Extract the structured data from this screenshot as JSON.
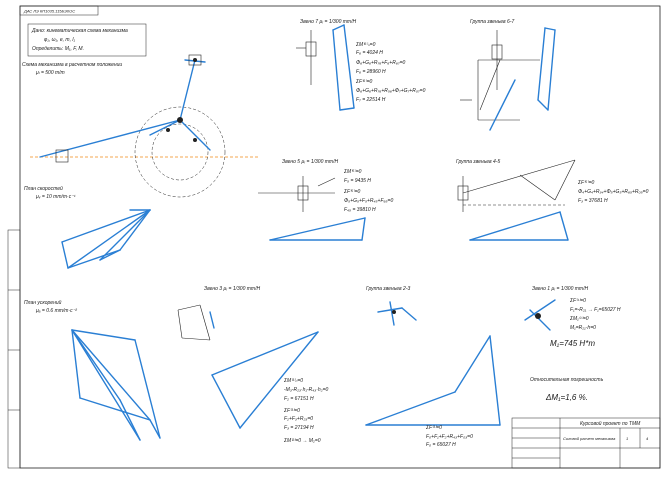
{
  "stamp_top": "ДАС ЛЭ КП1035.115БЭ0ОС",
  "task_box": {
    "line1": "Дано: кинематическая схема механизма",
    "line2": "φ₁, ω₁, e, m, l₁",
    "line3": "Определить: M₁, F, M."
  },
  "mechanism": {
    "title": "Схема механизма в расчетном положении",
    "scale": "μₗ = 500 m/m"
  },
  "velocity_plan": {
    "title": "План скоростей",
    "scale": "μᵥ = 10 mm/m·c⁻¹"
  },
  "accel_plan": {
    "title": "План ускорений",
    "scale": "μₐ = 0.6 mm/m·c⁻²"
  },
  "link7": {
    "title": "Звено 7   μᵣ = 1/300 mm/H",
    "eq1": "ΣM⁽⁶⁾ₙ=0",
    "eq1r": "F₆ = 4024 H",
    "eq2": "Φ₆+G₆+R₇₆+F₆+R₆₇=0",
    "eq2r": "F₆ = 28960 H",
    "eq3": "ΣF⁽⁶⁾=0",
    "eq4": "Φ₆+G₆+R₇₆+R₅₆+Φ₇+G₇+R₀₇=0",
    "eq4r": "F₇ = 22514 H"
  },
  "group67": {
    "title": "Группа звеньев 6-7"
  },
  "link5": {
    "title": "Звено 5   μᵣ = 1/300 mm/H",
    "eq1": "ΣM⁽⁵⁾=0",
    "eq1r": "F₅ = 9435 H",
    "eq2": "ΣF⁽⁵⁾=0",
    "eq3": "Φ₅+G₅+F₅+R₄₅+F₆₅=0",
    "eq3r": "F₄₅ = 39810 H"
  },
  "group45": {
    "title": "Группа звеньев 4-5",
    "eq1": "ΣF⁽⁵⁾=0",
    "eq2": "Φ₄+G₄+R₃₄+Φ₅+G₅+R₆₅+R₀₅=0",
    "eq2r": "F₃ = 37681 H"
  },
  "link3": {
    "title": "Звено 3   μᵣ = 1/300 mm/H",
    "eq1": "ΣM⁽³⁾ₙ=0",
    "eq2": "-M₃-R₂₃·h₁-R₄₃·h₂=0",
    "eq2r": "F₂ = 67151 H",
    "eq3": "ΣF⁽³⁾=0",
    "eq4": "F₂+F₃+R₂₃=0",
    "eq4r": "F₃ = 27194 H",
    "eq5": "ΣM⁽²⁾=0  →  M₂=0"
  },
  "group23": {
    "title": "Группа звеньев 2-3",
    "eq1": "ΣF⁽³⁾=0",
    "eq2": "F₀+F₁+F₂+R₄₃+F₀₃=0",
    "eq2r": "F₀ = 65027 H"
  },
  "link1": {
    "title": "Звено 1   μᵣ = 1/300 mm/H",
    "eq1": "ΣF⁽¹⁾=0",
    "eq2": "F₁=-R₂₁  →  F₁=65027 H",
    "eq3": "ΣM₁⁽¹⁾=0",
    "eq4": "M₁=R₂₁·h=0",
    "result": "M₁=745 H*m"
  },
  "error": {
    "title": "Относительная погрешность",
    "value": "ΔM₁=1,6 %."
  },
  "title_block": {
    "name": "Курсовой проект по ТММ",
    "sheet_label": "Силовой расчет механизма",
    "sheet_no": "1",
    "sheets_total": "4"
  }
}
